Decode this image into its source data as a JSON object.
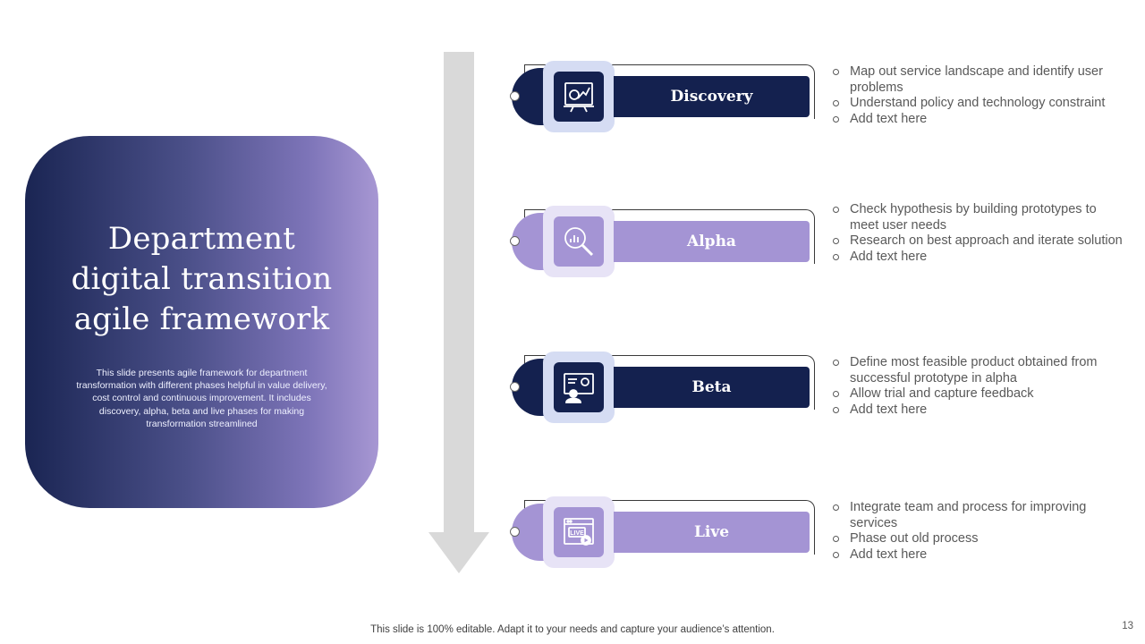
{
  "title": "Department digital transition agile framework",
  "description": "This slide presents agile framework for department transformation with different phases helpful in value delivery, cost control and continuous improvement. It includes discovery, alpha, beta and live phases for making transformation streamlined",
  "phases": [
    {
      "label": "Discovery",
      "icon": "presentation-board-icon",
      "bullets": [
        "Map out service landscape and identify user problems",
        "Understand policy and technology constraint",
        "Add text here"
      ]
    },
    {
      "label": "Alpha",
      "icon": "magnifier-chart-icon",
      "bullets": [
        "Check hypothesis by building prototypes to meet user needs",
        "Research on best approach and iterate solution",
        "Add text here"
      ]
    },
    {
      "label": "Beta",
      "icon": "presenter-screen-icon",
      "bullets": [
        "Define most feasible product obtained from successful prototype in alpha",
        "Allow trial and capture feedback",
        "Add text here"
      ]
    },
    {
      "label": "Live",
      "icon": "live-browser-icon",
      "bullets": [
        "Integrate team and process for improving services",
        "Phase out old process",
        "Add text here"
      ]
    }
  ],
  "footer": "This slide is 100% editable. Adapt it to your needs and capture your audience’s attention.",
  "page_number": "13",
  "colors": {
    "navy": "#14214f",
    "lavender": "#a494d4",
    "arrow": "#d9d9d9"
  }
}
